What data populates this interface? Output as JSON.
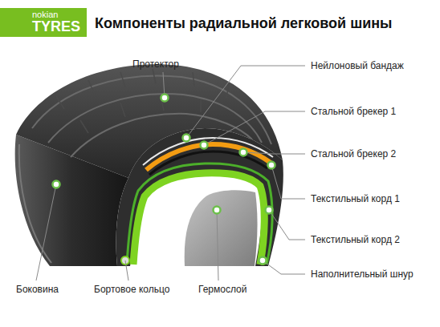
{
  "diagram": {
    "title": "Компоненты радиальной легковой шины",
    "nodes": [
      {
        "text": [
          "nokian",
          "TYRES"
        ]
      }
    ],
    "labels": [
      "Протектор",
      "Нейлоновый бандаж",
      "Стальной брекер 1",
      "Стальной брекер 2",
      "Текстильный корд 1",
      "Текстильный корд 2",
      "Наполнительный шнур",
      "Боковина",
      "Бортовое кольцо",
      "Гермослой"
    ]
  }
}
